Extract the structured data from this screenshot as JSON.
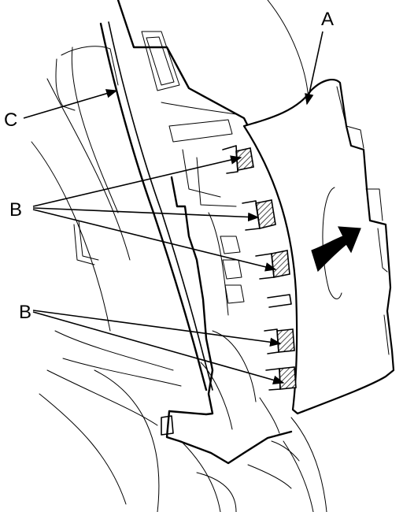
{
  "callouts": {
    "a": "A",
    "b_upper": "B",
    "b_lower": "B",
    "c": "C"
  }
}
